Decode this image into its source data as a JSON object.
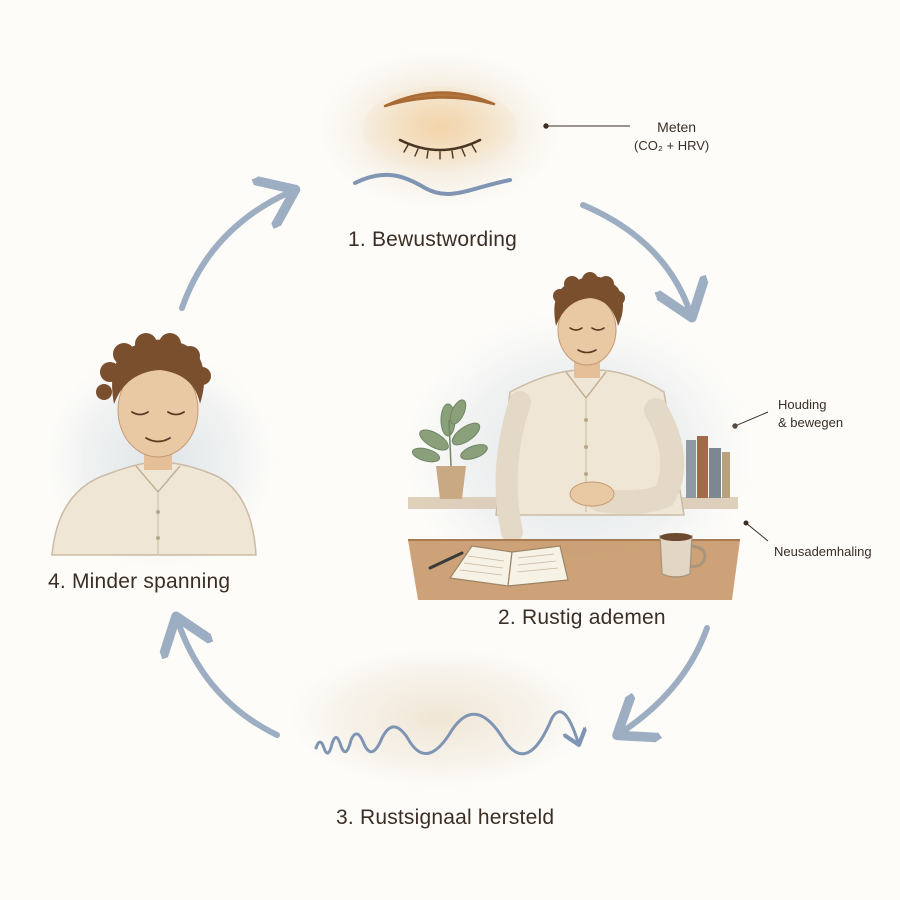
{
  "steps": [
    {
      "label": "1. Bewustwording"
    },
    {
      "label": "2. Rustig ademen"
    },
    {
      "label": "3. Rustsignaal hersteld"
    },
    {
      "label": "4. Minder spanning"
    }
  ],
  "annotations": {
    "meten": {
      "title": "Meten",
      "detail": "(CO₂ + HRV)"
    },
    "houding": {
      "line1": "Houding",
      "line2": "& bewegen"
    },
    "neus": {
      "text": "Neusademhaling"
    }
  },
  "colors": {
    "arrow": "#93a6bd",
    "wave": "#7f95b3",
    "skin": "#e8c9a4",
    "hair": "#7a4f2e",
    "shirt": "#efe6d6",
    "wood": "#c99a6c",
    "text": "#3b2e25"
  }
}
